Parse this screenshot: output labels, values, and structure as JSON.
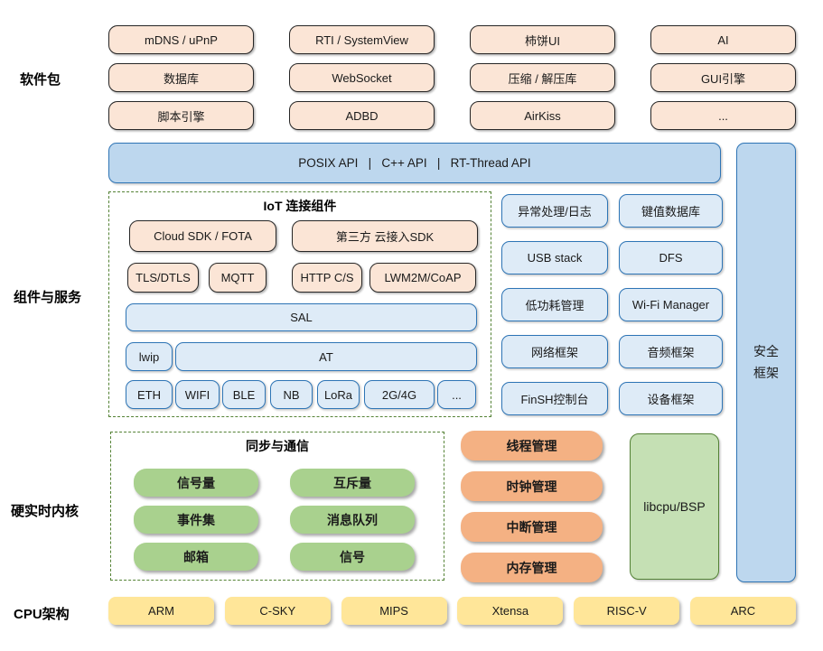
{
  "section_labels": {
    "software_packages": "软件包",
    "components_services": "组件与服务",
    "kernel": "硬实时内核",
    "cpu_arch": "CPU架构"
  },
  "software_packages": {
    "items": [
      "mDNS / uPnP",
      "RTI / SystemView",
      "柿饼UI",
      "AI",
      "数据库",
      "WebSocket",
      "压缩 / 解压库",
      "GUI引擎",
      "脚本引擎",
      "ADBD",
      "AirKiss",
      "..."
    ]
  },
  "api_bar": {
    "label": "POSIX API   |   C++ API   |   RT-Thread API"
  },
  "security_bar": {
    "label": "安全\n框架"
  },
  "iot": {
    "title": "IoT 连接组件",
    "cloud_sdk": "Cloud SDK / FOTA",
    "third_party_sdk": "第三方 云接入SDK",
    "protocols": [
      "TLS/DTLS",
      "MQTT",
      "HTTP C/S",
      "LWM2M/CoAP"
    ],
    "sal": "SAL",
    "lwip": "lwip",
    "at": "AT",
    "links": [
      "ETH",
      "WIFI",
      "BLE",
      "NB",
      "LoRa",
      "2G/4G",
      "..."
    ]
  },
  "services": {
    "items": [
      "异常处理/日志",
      "键值数据库",
      "USB stack",
      "DFS",
      "低功耗管理",
      "Wi-Fi Manager",
      "网络框架",
      "音频框架",
      "FinSH控制台",
      "设备框架"
    ]
  },
  "sync_ipc": {
    "title": "同步与通信",
    "items": [
      "信号量",
      "互斥量",
      "事件集",
      "消息队列",
      "邮箱",
      "信号"
    ]
  },
  "kernel_mgmt": {
    "items": [
      "线程管理",
      "时钟管理",
      "中断管理",
      "内存管理"
    ]
  },
  "libcpu": {
    "label": "libcpu/BSP"
  },
  "cpu_arch": {
    "items": [
      "ARM",
      "C-SKY",
      "MIPS",
      "Xtensa",
      "RISC-V",
      "ARC"
    ]
  },
  "colors": {
    "peach_fill": "#FBE5D6",
    "peach_border": "#262626",
    "api_bar_fill": "#BDD7EE",
    "api_bar_border": "#2E74B5",
    "component_fill": "#DEEBF7",
    "component_border": "#2E75B6",
    "dashed_border_green": "#548235",
    "ipc_green": "#A9D18E",
    "mgmt_orange": "#F4B183",
    "libcpu_fill": "#C5E0B4",
    "libcpu_border": "#538135",
    "cpu_yellow": "#FFE699"
  }
}
